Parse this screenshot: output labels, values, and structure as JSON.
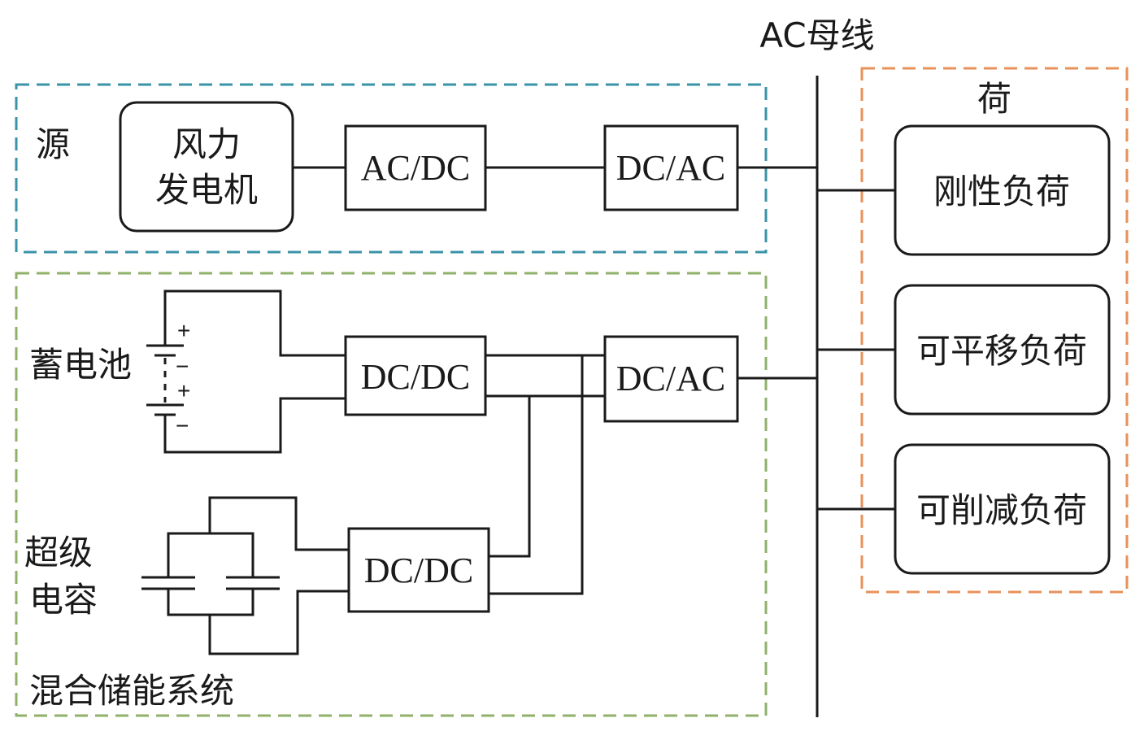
{
  "colors": {
    "source_border": "#3a93a8",
    "storage_border": "#8fb16a",
    "load_border": "#e8925a",
    "line": "#1a1a1a"
  },
  "bus": {
    "label": "AC母线"
  },
  "source": {
    "group_label": "源",
    "generator_line1": "风力",
    "generator_line2": "发电机",
    "rectifier_label": "AC/DC",
    "inverter_label": "DC/AC"
  },
  "storage": {
    "group_label": "混合储能系统",
    "battery_label": "蓄电池",
    "battery_sign_plus": "+",
    "battery_sign_minus": "−",
    "supercap_line1": "超级",
    "supercap_line2": "电容",
    "battery_converter_label": "DC/DC",
    "supercap_converter_label": "DC/DC",
    "inverter_label": "DC/AC"
  },
  "loads": {
    "group_label": "荷",
    "items": [
      {
        "label": "刚性负荷"
      },
      {
        "label": "可平移负荷"
      },
      {
        "label": "可削减负荷"
      }
    ]
  }
}
